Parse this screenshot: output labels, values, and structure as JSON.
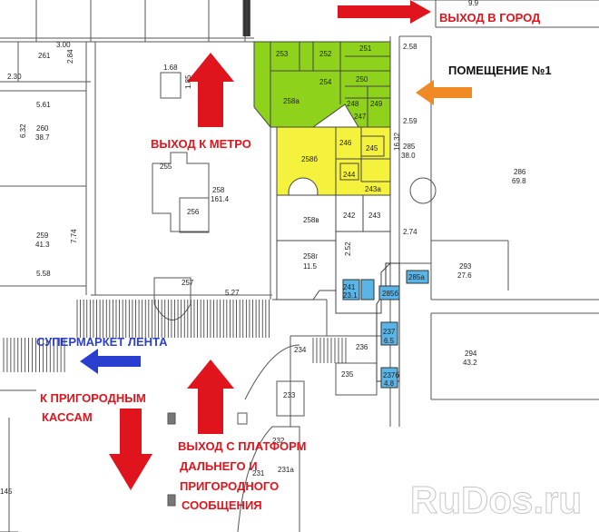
{
  "labels": {
    "exit_city": "ВЫХОД В ГОРОД",
    "room1": "ПОМЕЩЕНИЕ №1",
    "exit_metro": "ВЫХОД К МЕТРО",
    "lenta_1": "СУПЕРМАРКЕТ ЛЕНТА",
    "suburb_1": "К ПРИГОРОДНЫМ",
    "suburb_2": "КАССАМ",
    "platform_1": "ВЫХОД С ПЛАТФОРМ",
    "platform_2": "ДАЛЬНЕГО И",
    "platform_3": "ПРИГОРОДНОГО",
    "platform_4": "СООБЩЕНИЯ",
    "watermark": "RuDos.ru"
  },
  "rooms": {
    "r253": "253",
    "r252": "252",
    "r251": "251",
    "r250": "250",
    "r254": "254",
    "r258a_top": "258а",
    "r248": "248",
    "r249": "249",
    "r247": "247",
    "r258b": "258б",
    "r246": "246",
    "r245": "245",
    "r244": "244",
    "r243a": "243а",
    "r242": "242",
    "r243": "243",
    "r258v": "258в",
    "r258g": "258г",
    "r258g_area": "11.5",
    "r241": "241",
    "r241_area": "23.1",
    "r285b": "285б",
    "r285a": "285а",
    "r237": "237",
    "r237_area": "6.5",
    "r237b": "237б",
    "r237b_area": "4.8",
    "r236": "236",
    "r235": "235",
    "r234": "234",
    "r233": "233",
    "r232": "232",
    "r231": "231",
    "r231a": "231а",
    "r261": "261",
    "r260": "260",
    "r260_area": "38.7",
    "r259": "259",
    "r259_area": "41.3",
    "r258": "258",
    "r258_area": "161.4",
    "r255": "255",
    "r256": "256",
    "r257": "257",
    "r285": "285",
    "r285_area": "38.0",
    "r286": "286",
    "r286_area": "69.8",
    "r293": "293",
    "r293_area": "27.6",
    "r294": "294",
    "r294_area": "43.2",
    "r145": "145",
    "r9_9": "9.9",
    "d3_00": "3.00",
    "d2_84": "2.84",
    "d2_30": "2.30",
    "d1_68": "1.68",
    "d1_85": "1.85",
    "d5_61": "5.61",
    "d6_32": "6.32",
    "d7_74": "7.74",
    "d5_58": "5.58",
    "d2_58": "2.58",
    "d2_59": "2.59",
    "d16_32": "16.32",
    "d2_74": "2.74",
    "d2_52": "2.52",
    "d5_27": "5.27"
  },
  "colors": {
    "green": "#8fd21c",
    "yellow": "#f4f23c",
    "blue": "#5ab4e6",
    "red_arrow": "#e0141c",
    "blue_arrow": "#2a3fd0",
    "orange_arrow": "#f08a24"
  }
}
